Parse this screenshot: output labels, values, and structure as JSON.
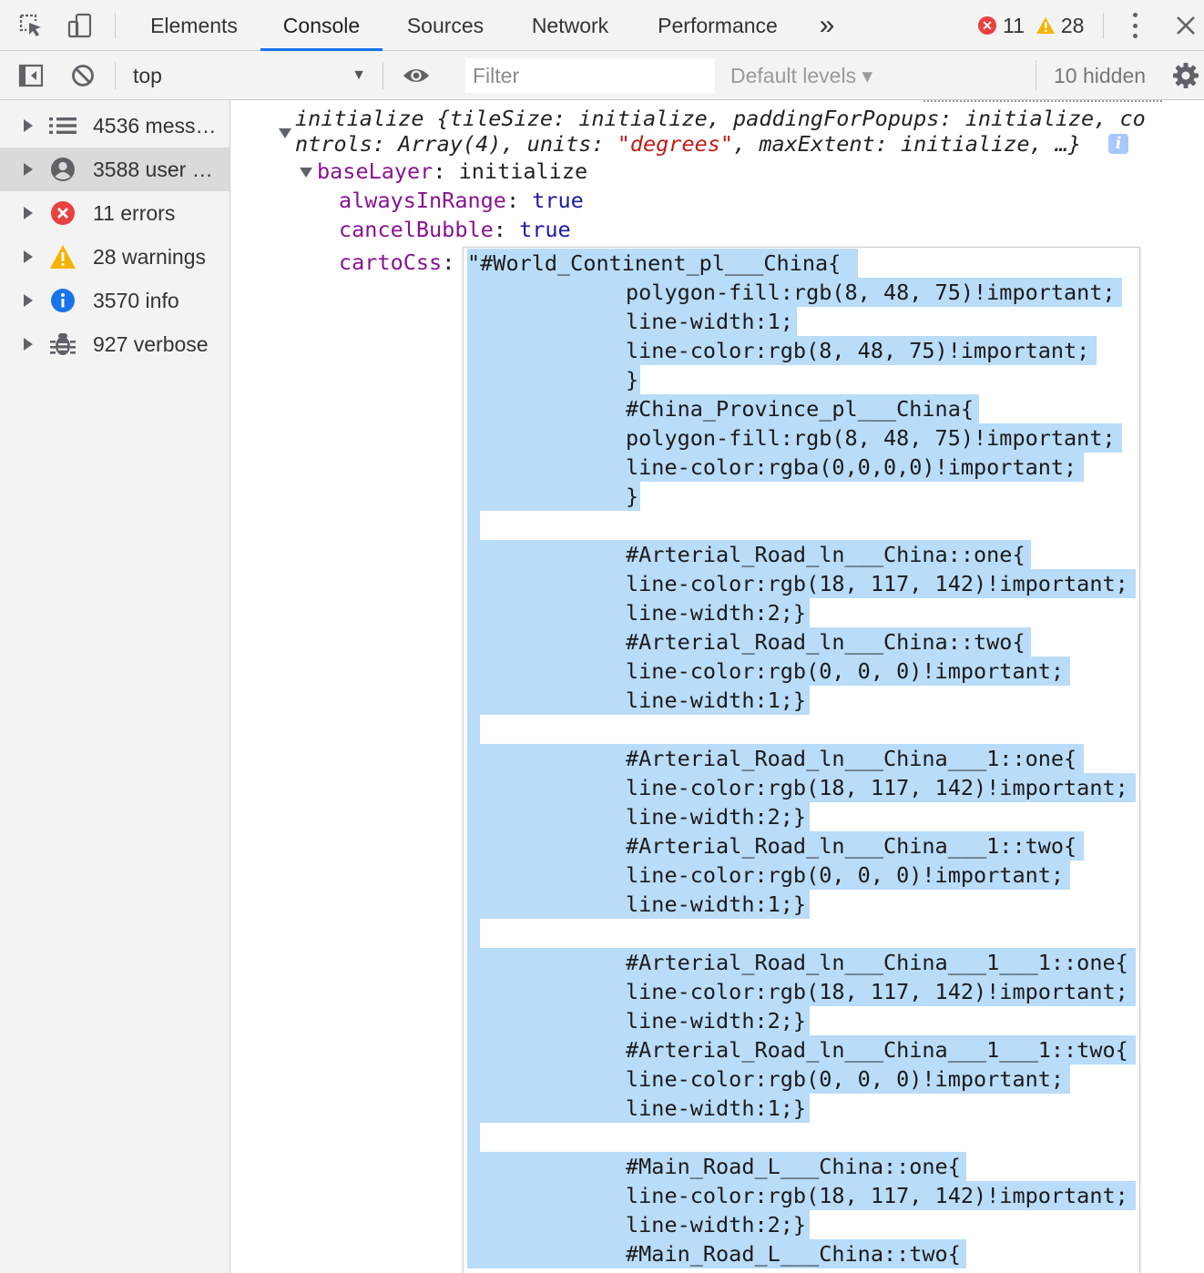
{
  "tabs": {
    "elements": "Elements",
    "console": "Console",
    "sources": "Sources",
    "network": "Network",
    "performance": "Performance",
    "more": "»"
  },
  "counts": {
    "errors": "11",
    "warnings": "28"
  },
  "toolbar": {
    "context": "top",
    "filter_placeholder": "Filter",
    "levels": "Default levels ▾",
    "hidden": "10 hidden"
  },
  "sidebar": {
    "items": [
      {
        "label": "4536 mess…",
        "icon": "list-icon"
      },
      {
        "label": "3588 user …",
        "icon": "user-icon"
      },
      {
        "label": "11 errors",
        "icon": "error-icon"
      },
      {
        "label": "28 warnings",
        "icon": "warning-icon"
      },
      {
        "label": "3570 info",
        "icon": "info-icon"
      },
      {
        "label": "927 verbose",
        "icon": "bug-icon"
      }
    ]
  },
  "console": {
    "obj_line1": "initialize {tileSize: initialize, paddingForPopups: initialize, co",
    "obj_line2_a": "ntrols: Array(4), units: ",
    "obj_line2_str": "\"degrees\"",
    "obj_line2_b": ", maxExtent: initialize, …}",
    "baseLayer_key": "baseLayer",
    "baseLayer_val": ": initialize",
    "alwaysInRange_key": "alwaysInRange",
    "alwaysInRange_val": "true",
    "cancelBubble_key": "cancelBubble",
    "cancelBubble_val": "true",
    "cartoCss_key": "cartoCss"
  },
  "cartoCss_lines": [
    "\"#World_Continent_pl___China{",
    "polygon-fill:rgb(8, 48, 75)!important;",
    "line-width:1;",
    "line-color:rgb(8, 48, 75)!important;",
    "}",
    "#China_Province_pl___China{",
    "polygon-fill:rgb(8, 48, 75)!important;",
    "line-color:rgba(0,0,0,0)!important;",
    "}",
    "",
    "#Arterial_Road_ln___China::one{",
    "line-color:rgb(18, 117, 142)!important;",
    "line-width:2;}",
    "#Arterial_Road_ln___China::two{",
    "line-color:rgb(0, 0, 0)!important;",
    "line-width:1;}",
    "",
    "#Arterial_Road_ln___China___1::one{",
    "line-color:rgb(18, 117, 142)!important;",
    "line-width:2;}",
    "#Arterial_Road_ln___China___1::two{",
    "line-color:rgb(0, 0, 0)!important;",
    "line-width:1;}",
    "",
    "#Arterial_Road_ln___China___1___1::one{",
    "line-color:rgb(18, 117, 142)!important;",
    "line-width:2;}",
    "#Arterial_Road_ln___China___1___1::two{",
    "line-color:rgb(0, 0, 0)!important;",
    "line-width:1;}",
    "",
    "#Main_Road_L___China::one{",
    "line-color:rgb(18, 117, 142)!important;",
    "line-width:2;}",
    "#Main_Road_L___China::two{"
  ],
  "colors": {
    "accent": "#1a73e8",
    "selection": "#b9dcf8",
    "property_key": "#881391",
    "value_keyword": "#1a1aa6",
    "string": "#c41a16",
    "error": "#e8413f",
    "warning": "#f4b400",
    "info": "#1a73e8"
  }
}
